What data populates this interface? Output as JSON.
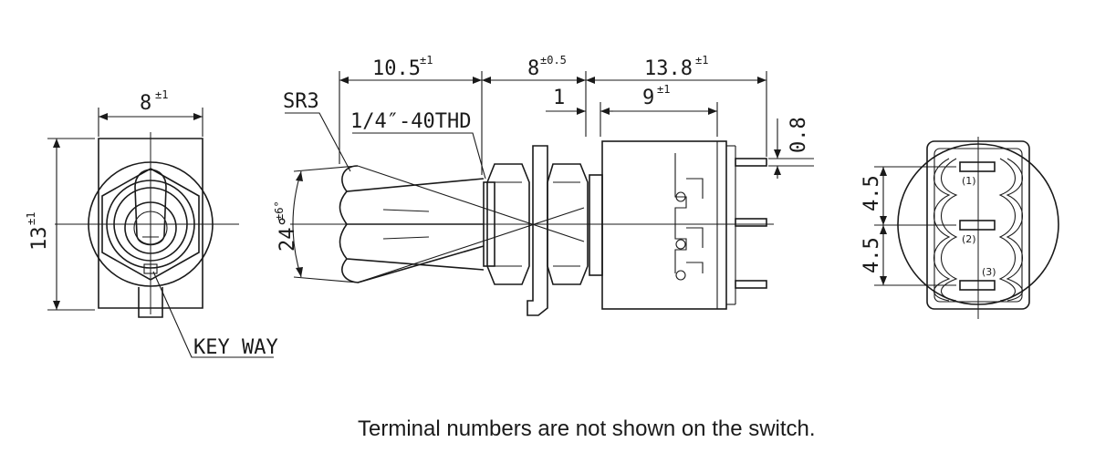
{
  "front_view": {
    "width_dim": "8",
    "width_tol": "±1",
    "height_dim": "13",
    "height_tol": "±1",
    "keyway_label": "KEY WAY"
  },
  "side_view": {
    "sr_label": "SR3",
    "thread_label": "1/4″-40THD",
    "angle_dim": "24°",
    "angle_tol": "±6°",
    "lever_dim": "10.5",
    "lever_tol": "±1",
    "bushing_dim": "8",
    "bushing_tol": "±0.5",
    "gap_dim": "1",
    "body_dim": "9",
    "body_tol": "±1",
    "overall_dim": "13.8",
    "overall_tol": "±1",
    "terminal_dim": "0.8"
  },
  "bottom_view": {
    "pitch_top": "4.5",
    "pitch_bottom": "4.5",
    "terminal_1": "(1)",
    "terminal_2": "(2)",
    "terminal_3": "(3)"
  },
  "note": "Terminal numbers are not shown on the switch."
}
